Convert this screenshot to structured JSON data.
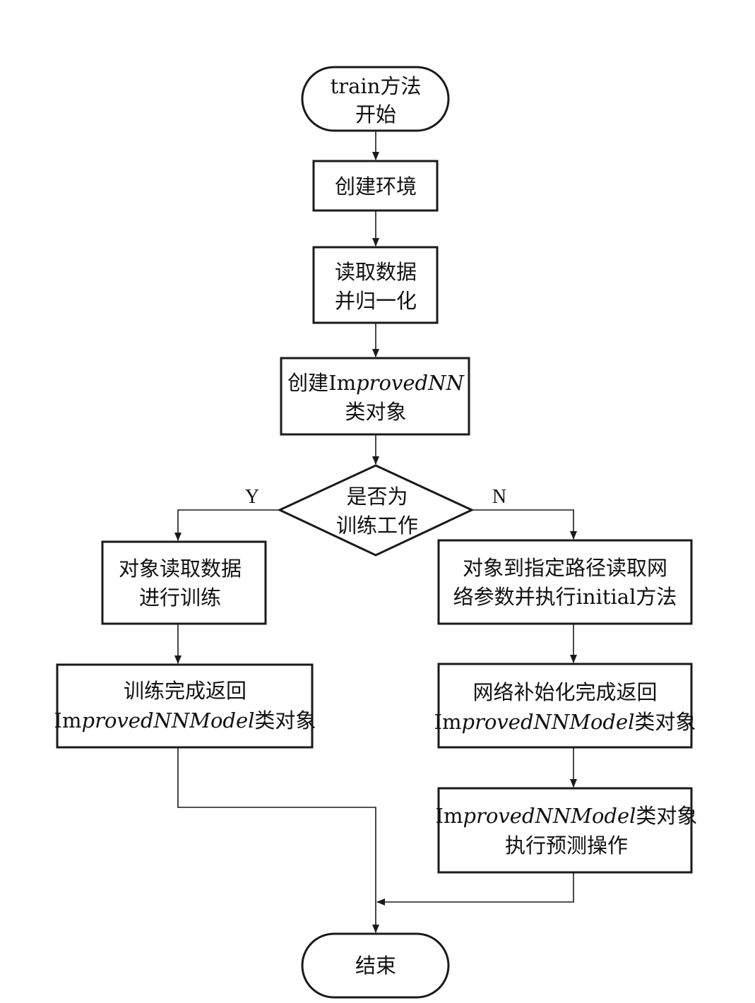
{
  "diagram": {
    "nodes": {
      "start": {
        "line1": "train方法",
        "line2": "开始"
      },
      "create_env": {
        "line1": "创建环境"
      },
      "read_norm": {
        "line1": "读取数据",
        "line2": "并归一化"
      },
      "create_obj": {
        "line1_cn": "创建",
        "line1_im": "Im",
        "line1_it": "provedNN",
        "line2": "类对象"
      },
      "decision": {
        "line1": "是否为",
        "line2": "训练工作"
      },
      "train_left": {
        "line1": "对象读取数据",
        "line2": "进行训练"
      },
      "done_left": {
        "line1": "训练完成返回",
        "line2_im": "Im",
        "line2_it": "provedNNModel",
        "line2_cn": "类对象"
      },
      "read_right": {
        "line1": "对象到指定路径读取网",
        "line2": "络参数并执行initial方法"
      },
      "done_right": {
        "line1": "网络补始化完成返回",
        "line2_im": "Im",
        "line2_it": "provedNNModel",
        "line2_cn": "类对象"
      },
      "predict": {
        "line1_im": "Im",
        "line1_it": "provedNNModel",
        "line1_cn": "类对象",
        "line2": "执行预测操作"
      },
      "end": {
        "line1": "结束"
      }
    },
    "branch_labels": {
      "yes": "Y",
      "no": "N"
    }
  }
}
